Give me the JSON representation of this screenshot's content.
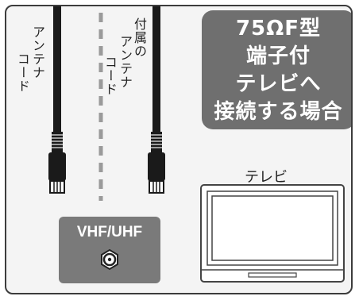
{
  "badge": {
    "line1": "75ΩF型",
    "line2": "端子付",
    "line3": "テレビへ",
    "line4": "接続する場合"
  },
  "cables": {
    "left_label_col1": "アンテナ",
    "left_label_col2": "コード",
    "right_label_col1": "付属の",
    "right_label_col2": "アンテナ",
    "right_label_col3": "コード"
  },
  "tv": {
    "label": "テレビ"
  },
  "terminal": {
    "label": "VHF/UHF"
  },
  "colors": {
    "badge_bg": "#6f6f6f",
    "terminal_bg": "#7a7a7a",
    "panel_bg": "#f4f4f4"
  }
}
